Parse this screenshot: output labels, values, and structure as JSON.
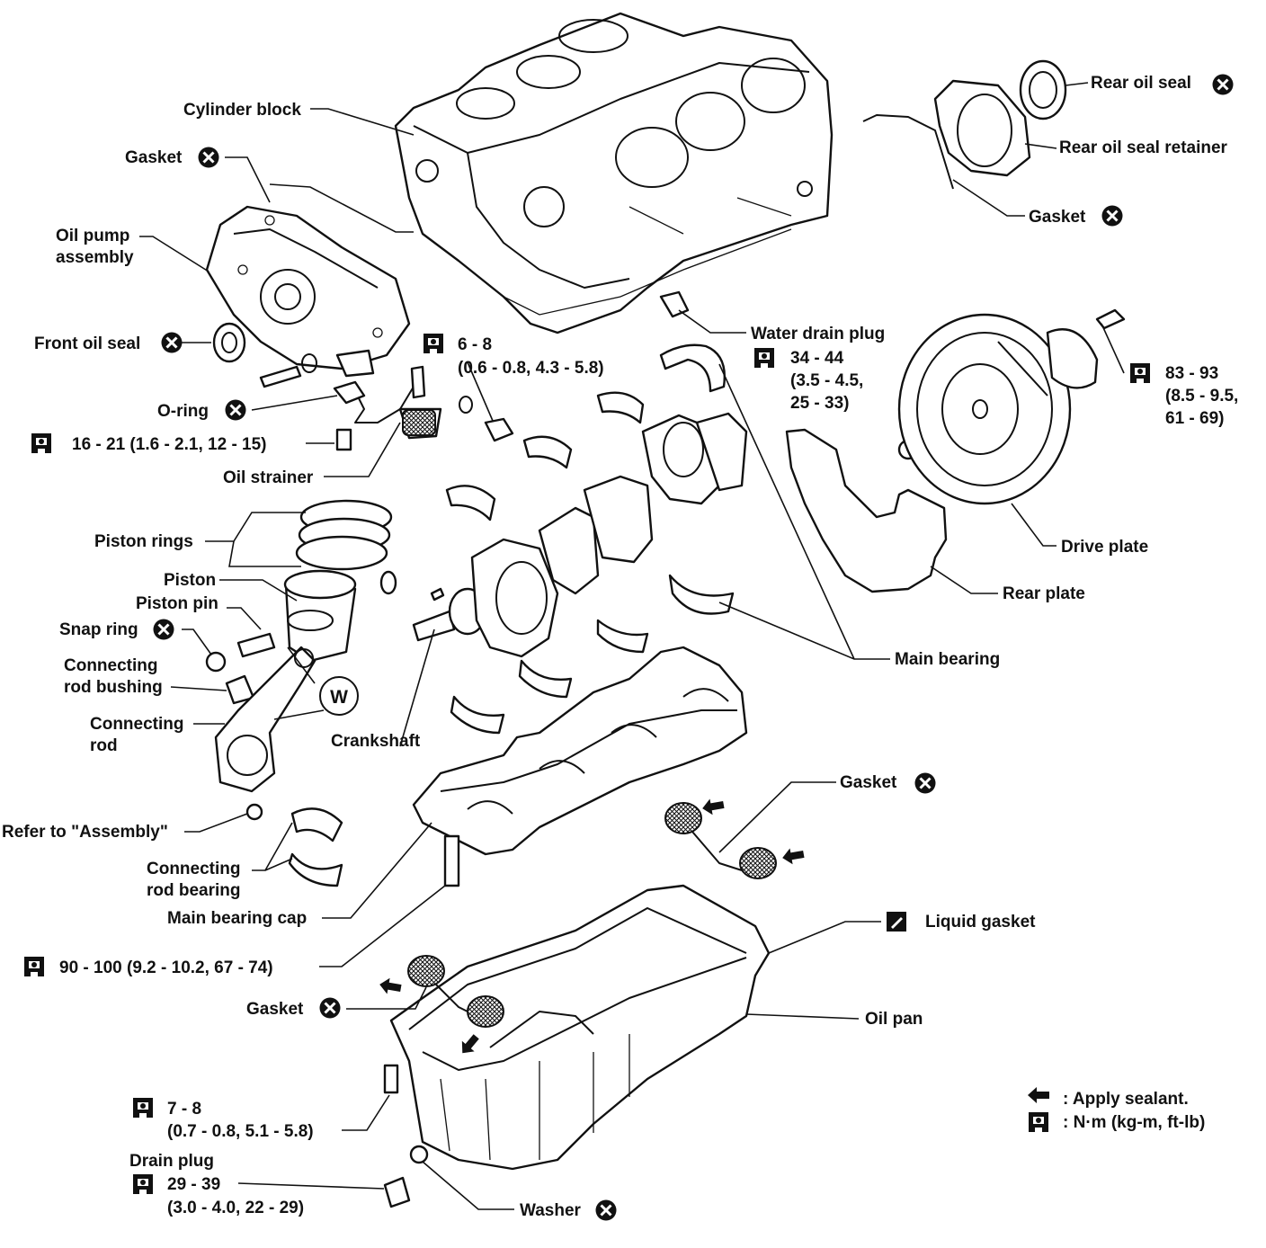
{
  "labels": {
    "cylinder_block": "Cylinder block",
    "gasket_upper": "Gasket",
    "oil_pump_1": "Oil pump",
    "oil_pump_2": "assembly",
    "front_oil_seal": "Front oil seal",
    "o_ring": "O-ring",
    "oil_strainer": "Oil strainer",
    "piston_rings": "Piston rings",
    "piston": "Piston",
    "piston_pin": "Piston pin",
    "snap_ring": "Snap ring",
    "conrod_bushing_1": "Connecting",
    "conrod_bushing_2": "rod bushing",
    "conrod_1": "Connecting",
    "conrod_2": "rod",
    "refer_assembly": "Refer to \"Assembly\"",
    "conrod_bearing_1": "Connecting",
    "conrod_bearing_2": "rod bearing",
    "main_bearing_cap": "Main bearing cap",
    "gasket_mid_left": "Gasket",
    "drain_plug": "Drain plug",
    "washer": "Washer",
    "oil_pan": "Oil pan",
    "liquid_gasket": "Liquid gasket",
    "gasket_right_mid": "Gasket",
    "crankshaft": "Crankshaft",
    "main_bearing": "Main bearing",
    "rear_plate": "Rear plate",
    "drive_plate": "Drive plate",
    "water_drain_plug": "Water drain plug",
    "rear_oil_seal": "Rear oil seal",
    "rear_oil_seal_retainer": "Rear oil seal retainer",
    "gasket_upper_right": "Gasket",
    "w_symbol": "W"
  },
  "torques": {
    "t_6_8_a": "6 - 8",
    "t_6_8_b": "(0.6 - 0.8, 4.3 - 5.8)",
    "t_16_21": "16 - 21 (1.6 - 2.1, 12 - 15)",
    "t_34_44_a": "34 - 44",
    "t_34_44_b": "(3.5 - 4.5,",
    "t_34_44_c": "25 - 33)",
    "t_83_93_a": "83 - 93",
    "t_83_93_b": "(8.5 - 9.5,",
    "t_83_93_c": "61 - 69)",
    "t_90_100": "90 - 100 (9.2 - 10.2, 67 - 74)",
    "t_7_8_a": "7 - 8",
    "t_7_8_b": "(0.7 - 0.8, 5.1 - 5.8)",
    "t_29_39_a": "29 - 39",
    "t_29_39_b": "(3.0 - 4.0, 22 - 29)"
  },
  "legend": {
    "apply_sealant": ": Apply sealant.",
    "torque_units": ": N·m (kg-m, ft-lb)"
  },
  "icons": {
    "replace": "x-circle-icon",
    "torque": "torque-wrench-icon",
    "sealant": "sealant-arrow-icon",
    "liquid_gasket": "liquid-gasket-icon"
  }
}
